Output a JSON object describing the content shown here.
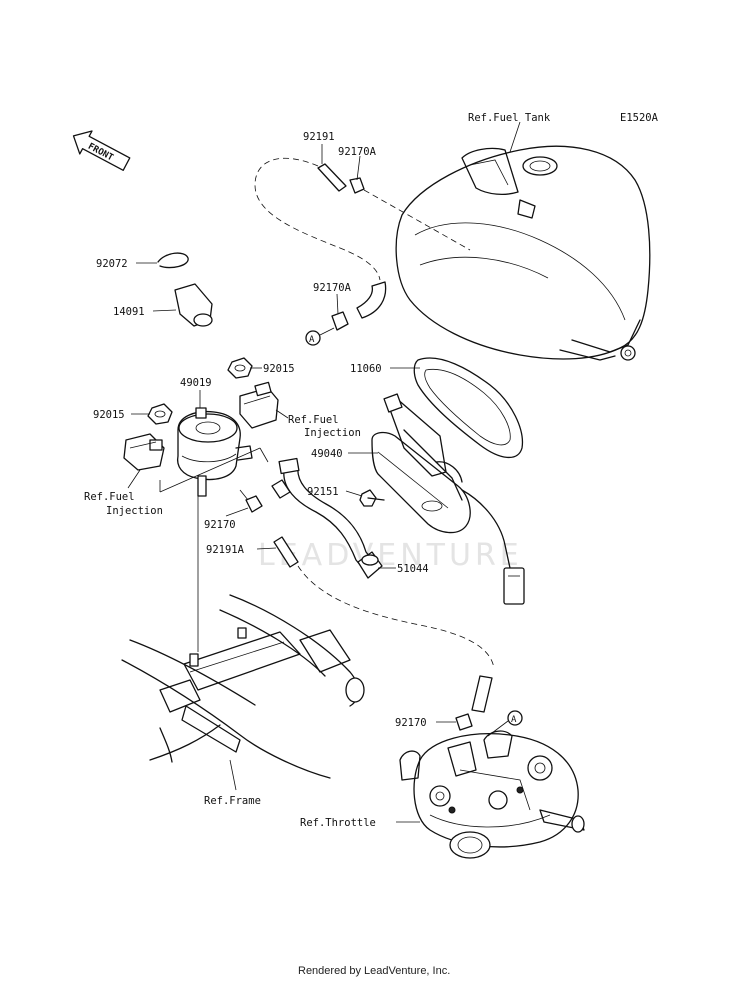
{
  "diagram_code": "E1520A",
  "front_marker": "FRONT",
  "watermark": "LEADVENTURE",
  "footer": "Rendered by LeadVenture, Inc.",
  "callout_letter": "A",
  "labels": {
    "ref_fuel_tank": "Ref.Fuel Tank",
    "p92191_top": "92191",
    "p92170A_top": "92170A",
    "p92072": "92072",
    "p14091": "14091",
    "p92170A_mid": "92170A",
    "p11060": "11060",
    "p92015_right": "92015",
    "p49019": "49019",
    "p92015_left": "92015",
    "ref_fi_right_1": "Ref.Fuel",
    "ref_fi_right_2": "Injection",
    "p49040": "49040",
    "p92151": "92151",
    "ref_fi_left_1": "Ref.Fuel",
    "ref_fi_left_2": "Injection",
    "p92170": "92170",
    "p92191A": "92191A",
    "p51044": "51044",
    "p92170_bottom": "92170",
    "ref_frame": "Ref.Frame",
    "ref_throttle": "Ref.Throttle"
  }
}
